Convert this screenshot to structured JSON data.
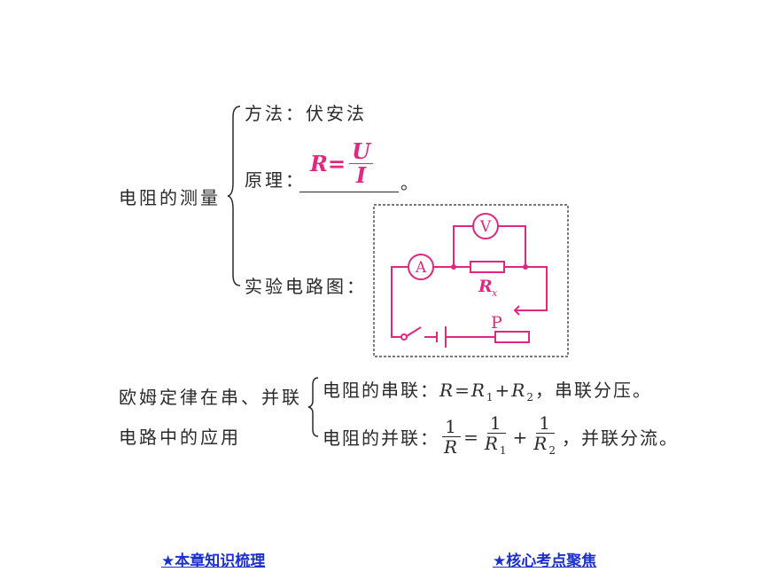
{
  "measurement": {
    "heading": "电阻的测量",
    "method_label": "方法：",
    "method_value": "伏安法",
    "principle_label": "原理：",
    "principle_lhs": "R=",
    "principle_num": "U",
    "principle_den": "I",
    "principle_end": "。",
    "diagram_label": "实验电路图：",
    "circuit": {
      "voltmeter": "V",
      "ammeter": "A",
      "resistor": "R",
      "resistor_sub": "x",
      "slider": "P"
    }
  },
  "ohm": {
    "heading_line1": "欧姆定律在串、并联",
    "heading_line2": "电路中的应用",
    "series_label": "电阻的串联：",
    "series_formula_R": "R",
    "series_formula_eq": "=",
    "series_formula_R1": "R",
    "series_sub1": "1",
    "series_plus": "+",
    "series_formula_R2": "R",
    "series_sub2": "2",
    "series_tail": "，串联分压。",
    "parallel_label": "电阻的并联：",
    "parallel_one": "1",
    "parallel_R": "R",
    "parallel_eq": "=",
    "parallel_R1": "R",
    "parallel_sub1": "1",
    "parallel_plus": "+",
    "parallel_R2": "R",
    "parallel_sub2": "2",
    "parallel_tail": "，并联分流。"
  },
  "nav": {
    "left": "★本章知识梳理",
    "right": "★核心考点聚焦"
  },
  "colors": {
    "accent": "#e0287f",
    "link": "#1c2fd1"
  }
}
